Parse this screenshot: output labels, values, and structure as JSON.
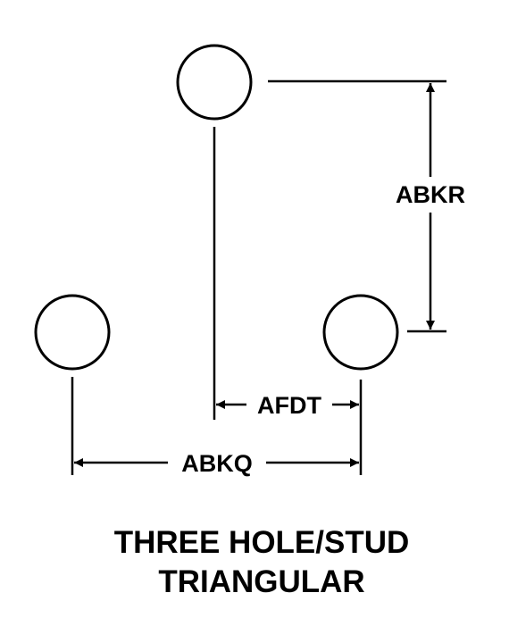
{
  "diagram": {
    "dimensions": {
      "vertical": "ABKR",
      "short_horizontal": "AFDT",
      "long_horizontal": "ABKQ"
    },
    "title": {
      "line1": "THREE HOLE/STUD",
      "line2": "TRIANGULAR"
    },
    "colors": {
      "ink": "#000000",
      "background": "#ffffff"
    }
  }
}
